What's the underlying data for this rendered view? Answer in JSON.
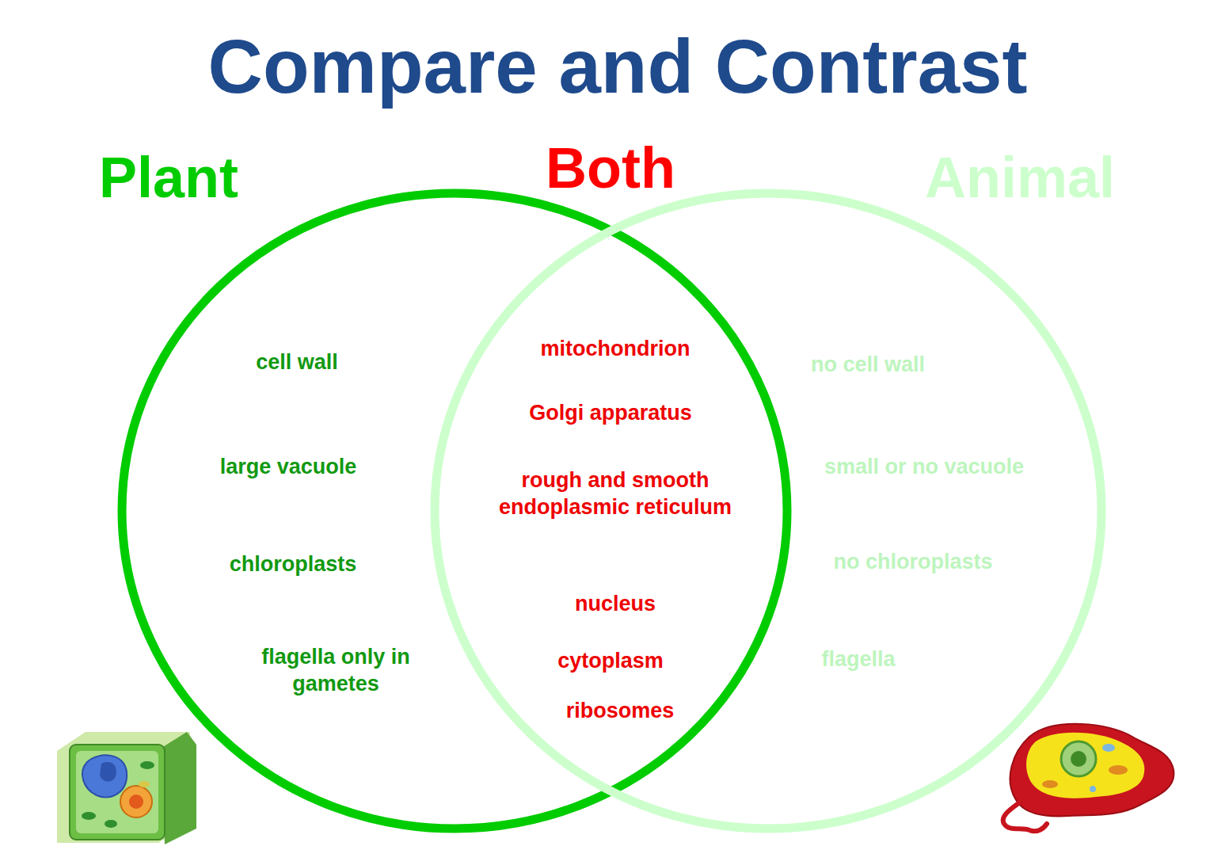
{
  "diagram": {
    "title": "Compare and Contrast",
    "nodes": [
      {
        "text": [
          "Plant",
          "cell wall",
          "large vacuole",
          "chloroplasts",
          "flagella only in gametes"
        ]
      },
      {
        "text": [
          "Animal",
          "no cell wall",
          "small or no vacuole",
          "no chloroplasts",
          "flagella"
        ]
      }
    ],
    "labels": [
      "Both",
      "mitochondrion",
      "Golgi apparatus",
      "rough and smooth endoplasmic reticulum",
      "nucleus",
      "cytoplasm",
      "ribosomes"
    ]
  }
}
